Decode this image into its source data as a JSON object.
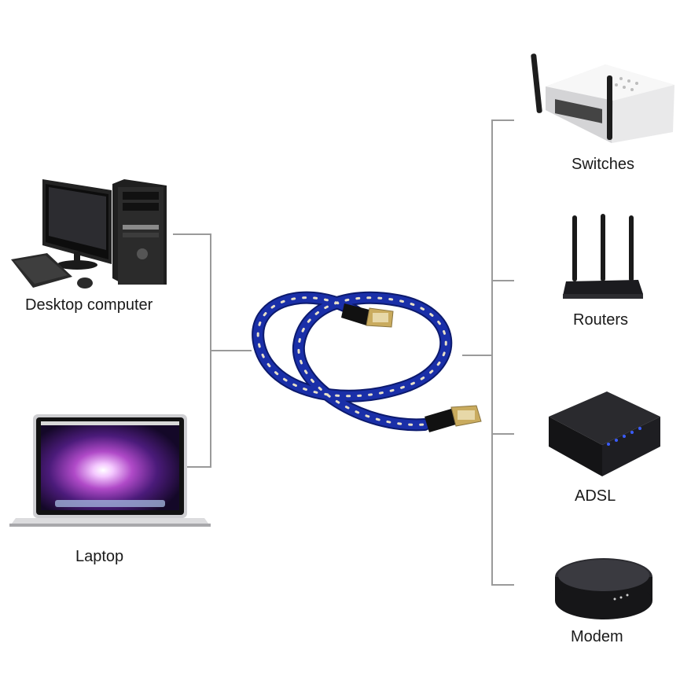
{
  "devices": {
    "left": [
      {
        "label": "Desktop computer",
        "icon": "desktop-computer-icon"
      },
      {
        "label": "Laptop",
        "icon": "laptop-icon"
      }
    ],
    "right": [
      {
        "label": "Switches",
        "icon": "switch-icon"
      },
      {
        "label": "Routers",
        "icon": "router-icon"
      },
      {
        "label": "ADSL",
        "icon": "adsl-modem-icon"
      },
      {
        "label": "Modem",
        "icon": "modem-icon"
      }
    ]
  },
  "center": {
    "icon": "ethernet-cable-icon"
  },
  "colors": {
    "cable": "#1a2fa8",
    "cable_dark": "#0c1a6e",
    "connector_lines": "#9a9a9a",
    "device_dark": "#1b1b1f",
    "device_light": "#e8e8e8"
  }
}
